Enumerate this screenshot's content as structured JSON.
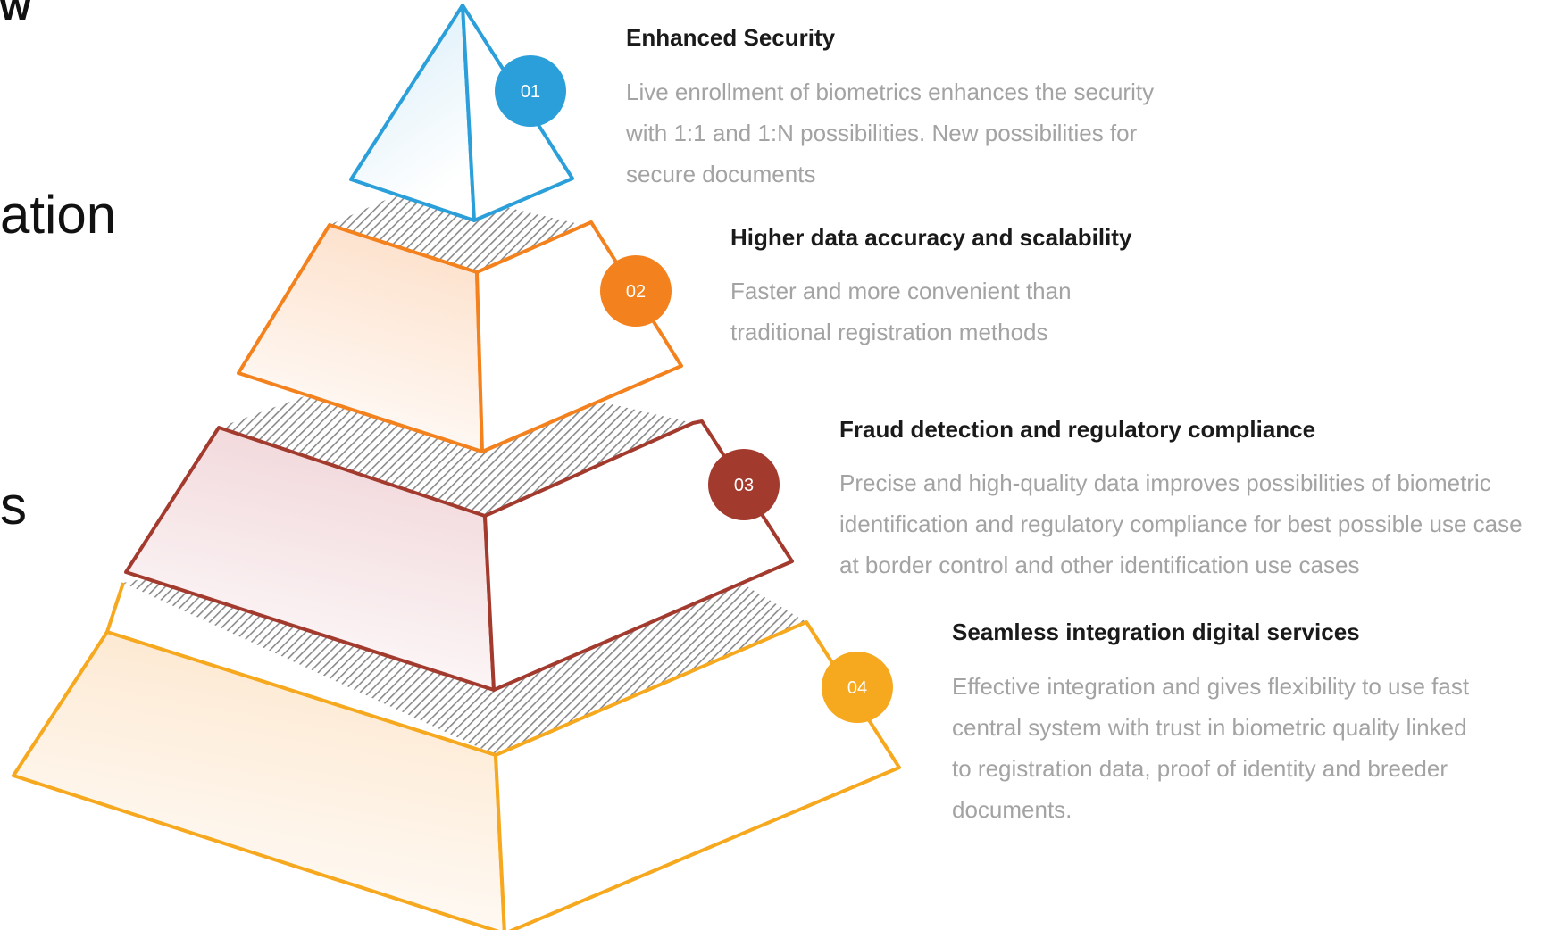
{
  "left_fragments": {
    "top": "w",
    "middle": "ation",
    "bottom": "s"
  },
  "colors": {
    "level_1": "#2b9fd9",
    "level_2": "#f3821e",
    "level_3": "#a33a2e",
    "level_4": "#f6a81e",
    "description_text": "#a3a3a3",
    "title_text": "#1a1a1a"
  },
  "steps": [
    {
      "number": "01",
      "title": "Enhanced Security",
      "description": "Live enrollment of biometrics enhances the security with 1:1 and 1:N possibilities. New possibilities for secure documents"
    },
    {
      "number": "02",
      "title": "Higher data accuracy and scalability",
      "description": "Faster and more convenient than traditional registration methods"
    },
    {
      "number": "03",
      "title": "Fraud detection and regulatory compliance",
      "description": "Precise and high-quality data improves possibilities of biometric identification and regulatory compliance for best possible use case at border control and other identification use cases"
    },
    {
      "number": "04",
      "title": "Seamless integration digital services",
      "description": "Effective integration and gives flexibility to use fast central system with trust in biometric quality linked to registration data, proof of identity and breeder documents."
    }
  ]
}
